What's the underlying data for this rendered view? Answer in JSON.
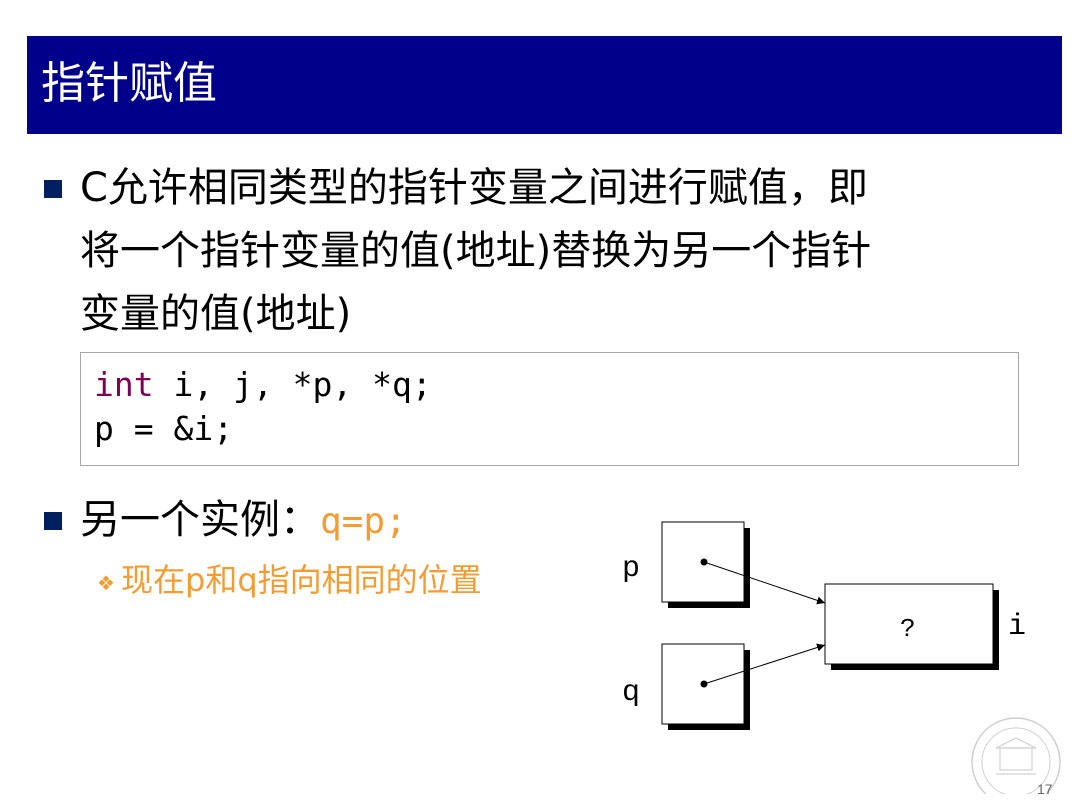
{
  "title": "指针赋值",
  "bullet1": {
    "line1": "C允许相同类型的指针变量之间进行赋值，即",
    "line2": "将一个指针变量的值(地址)替换为另一个指针",
    "line3": "变量的值(地址)"
  },
  "code": {
    "line1_keyword": "int",
    "line1_rest": " i, j, *p, *q;",
    "line2": "p = &i;"
  },
  "bullet2": {
    "label": "另一个实例：",
    "code": "q=p;"
  },
  "sub_bullet": {
    "marker": "❖",
    "text": "现在p和q指向相同的位置"
  },
  "diagram": {
    "label_p": "p",
    "label_q": "q",
    "label_i": "i",
    "value_i": "?"
  },
  "page_number": "17",
  "colors": {
    "title_bar": "#00008b",
    "keyword": "#7f0055",
    "accent_orange": "#f39c32"
  }
}
